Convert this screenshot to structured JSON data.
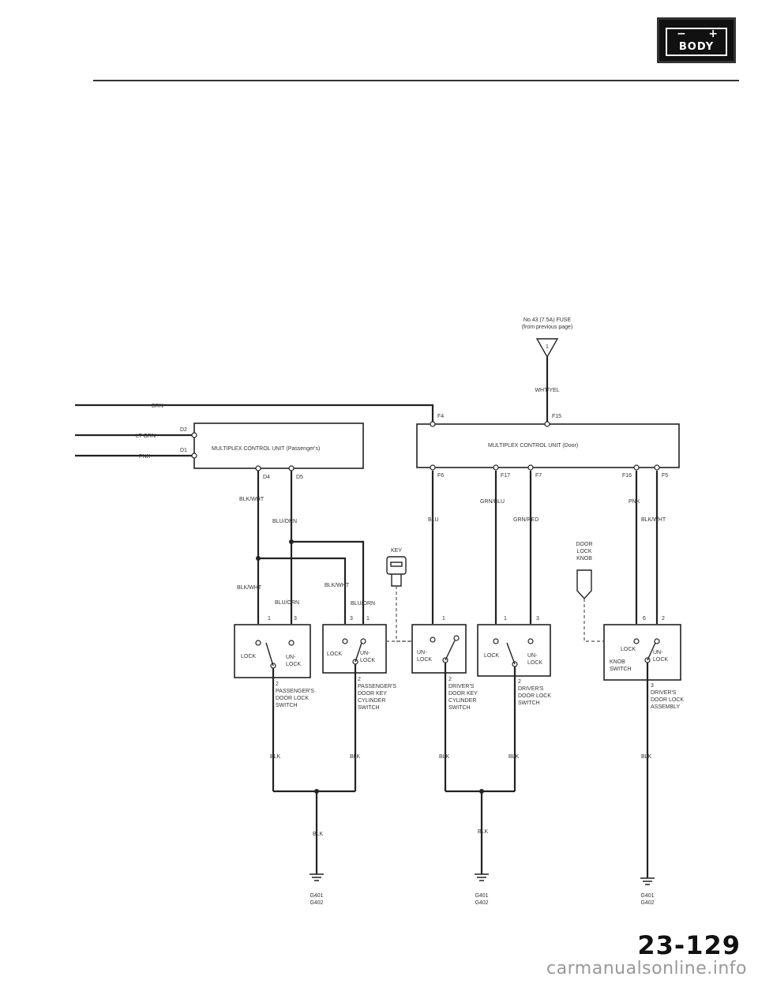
{
  "header": {
    "badge_minus": "−",
    "badge_plus": "+",
    "badge_text": "BODY"
  },
  "fuse": {
    "line1": "No.43 (7.5A) FUSE",
    "line2": "(from previous page)"
  },
  "wires": {
    "brn": "BRN",
    "lt_grn": "LT GRN",
    "pnk_left": "PNK",
    "wht_yel": "WHT/YEL",
    "blk_wht_1": "BLK/WHT",
    "blu_orn_1": "BLU/ORN",
    "blk_wht_2": "BLK/WHT",
    "blu_orn_2": "BLU/ORN",
    "blk_wht_3": "BLK/WHT",
    "blu_orn_3": "BLU/ORN",
    "blu": "BLU",
    "grn_blu": "GRN/BLU",
    "grn_red": "GRN/RED",
    "pnk_right": "PNK",
    "blk_wht_right": "BLK/WHT",
    "blk": "BLK"
  },
  "units": {
    "passenger": {
      "label": "MULTIPLEX CONTROL UNIT (Passenger's)",
      "pins": {
        "d2": "D2",
        "d1": "D1",
        "d4": "D4",
        "d5": "D5"
      }
    },
    "door": {
      "label": "MULTIPLEX CONTROL UNIT (Door)",
      "pins": {
        "f4": "F4",
        "f15": "F15",
        "f6": "F6",
        "f17": "F17",
        "f7": "F7",
        "f16": "F16",
        "f5": "F5"
      }
    }
  },
  "switches": {
    "lock": "LOCK",
    "un": "UN-",
    "lock2": "LOCK",
    "unlock_un": "UN-",
    "pass_lock_switch": [
      "PASSENGER'S",
      "DOOR LOCK",
      "SWITCH"
    ],
    "pass_key_cyl": [
      "PASSENGER'S",
      "DOOR KEY",
      "CYLINDER",
      "SWITCH"
    ],
    "drv_key_cyl": [
      "DRIVER'S",
      "DOOR KEY",
      "CYLINDER",
      "SWITCH"
    ],
    "drv_lock_switch": [
      "DRIVER'S",
      "DOOR LOCK",
      "SWITCH"
    ],
    "drv_lock_assy": [
      "DRIVER'S",
      "DOOR LOCK",
      "ASSEMBLY"
    ],
    "knob_switch": [
      "KNOB",
      "SWITCH"
    ],
    "key": "KEY",
    "door_lock_knob": [
      "DOOR",
      "LOCK",
      "KNOB"
    ],
    "pin1": "1",
    "pin2": "2",
    "pin3": "3",
    "pin6": "6"
  },
  "grounds": {
    "left": [
      "G401",
      "G402"
    ],
    "middle": [
      "G401",
      "G402"
    ],
    "right": [
      "G401",
      "G402"
    ]
  },
  "page_number": "23-129",
  "footer": "carmanualsonline.info"
}
